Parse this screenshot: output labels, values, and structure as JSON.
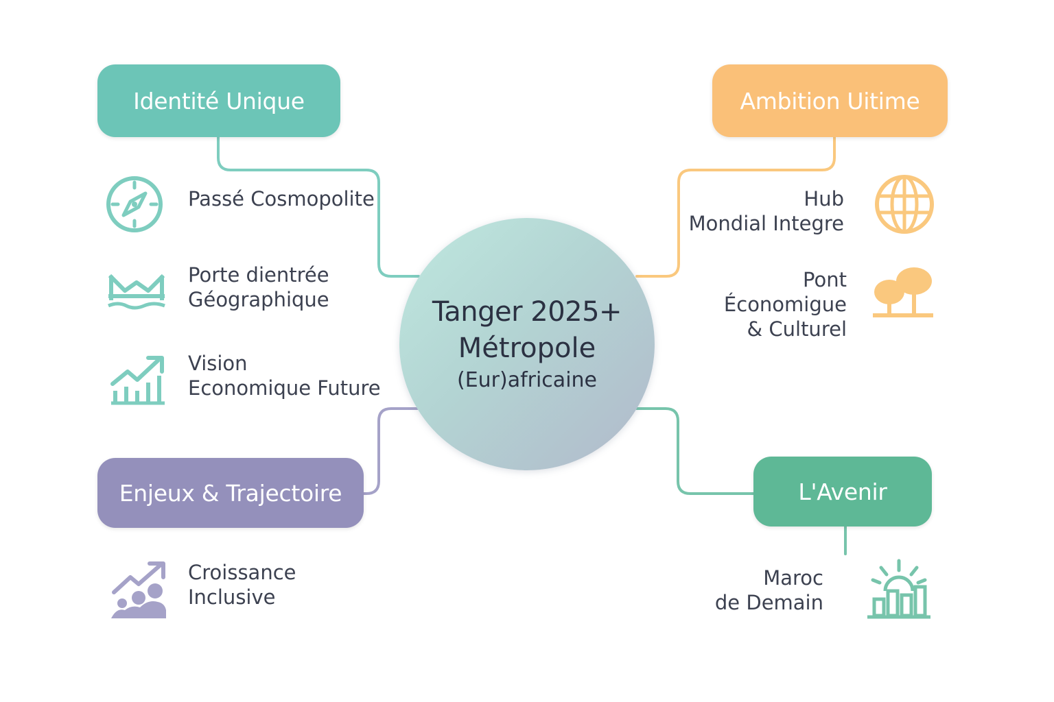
{
  "diagram": {
    "center": {
      "line1": "Tanger 2025+",
      "line2": "Métropole",
      "line3": "(Eur)africaine"
    },
    "branches": {
      "identite": {
        "title": "Identité Unique",
        "color": "#6cc5b7",
        "items": [
          {
            "text": "Passé Cosmopolite",
            "icon": "compass-icon"
          },
          {
            "text": "Porte dientrée\nGéographique",
            "icon": "gate-bridge-icon"
          },
          {
            "text": "Vision\nEconomique Future",
            "icon": "growth-chart-icon"
          }
        ]
      },
      "ambition": {
        "title": "Ambition Uitime",
        "color": "#fac078",
        "items": [
          {
            "text": "Hub\nMondial Integre",
            "icon": "globe-icon"
          },
          {
            "text": "Pont\nÉconomigue\n& Culturel",
            "icon": "trees-bridge-icon"
          }
        ]
      },
      "enjeux": {
        "title": "Enjeux & Trajectoire",
        "color": "#9490bb",
        "items": [
          {
            "text": "Croissance\nInclusive",
            "icon": "inclusive-growth-icon"
          }
        ]
      },
      "avenir": {
        "title": "L'Avenir",
        "color": "#5eb896",
        "items": [
          {
            "text": "Maroc\nde Demain",
            "icon": "sunrise-city-icon"
          }
        ]
      }
    }
  }
}
